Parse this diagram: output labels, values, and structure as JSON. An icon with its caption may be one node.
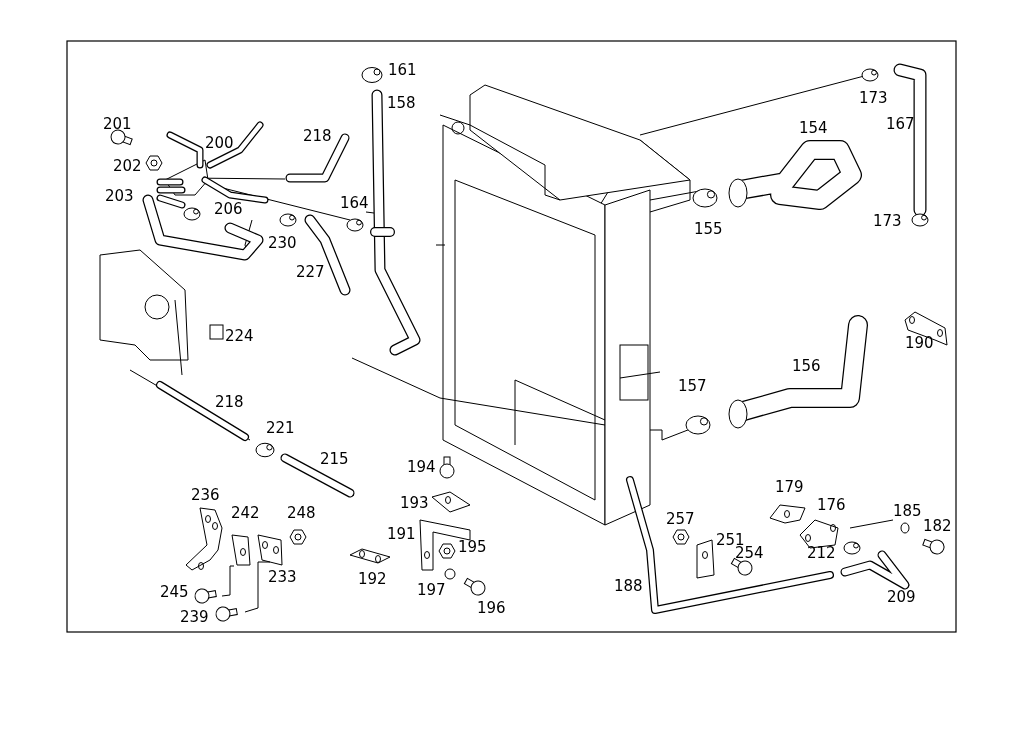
{
  "diagram": {
    "labels": [
      "161",
      "173",
      "158",
      "201",
      "167",
      "154",
      "200",
      "218",
      "202",
      "203",
      "206",
      "164",
      "155",
      "173",
      "230",
      "227",
      "224",
      "190",
      "156",
      "157",
      "218",
      "221",
      "194",
      "215",
      "179",
      "176",
      "185",
      "236",
      "242",
      "248",
      "193",
      "257",
      "182",
      "191",
      "251",
      "195",
      "254",
      "212",
      "192",
      "233",
      "188",
      "245",
      "197",
      "209",
      "196",
      "239"
    ]
  }
}
